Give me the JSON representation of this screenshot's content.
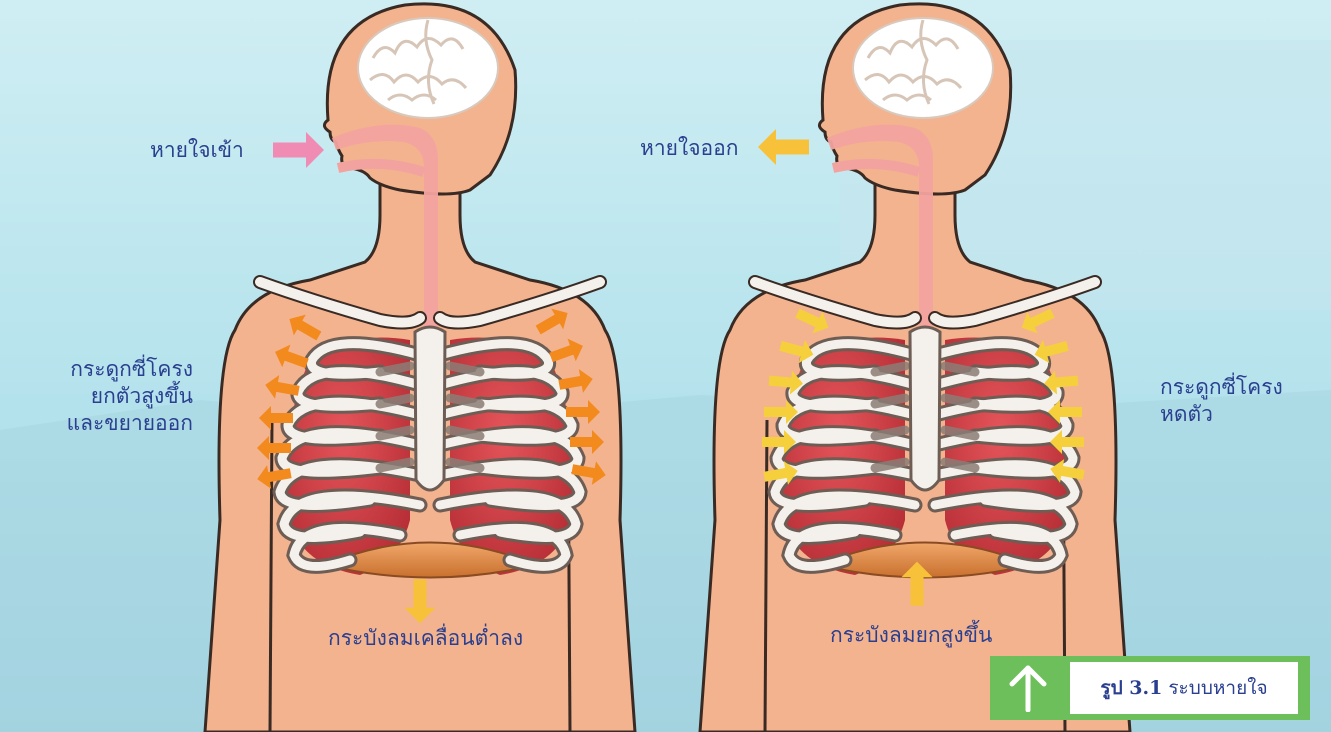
{
  "labels": {
    "inhale": "หายใจเข้า",
    "exhale": "หายใจออก",
    "ribs_left": [
      "กระดูกซี่โครง",
      "ยกตัวสูงขึ้น",
      "และขยายออก"
    ],
    "ribs_right": [
      "กระดูกซี่โครง",
      "หดตัว"
    ],
    "diaphragm_down": "กระบังลมเคลื่อนต่ำลง",
    "diaphragm_up": "กระบังลมยกสูงขึ้น"
  },
  "caption": {
    "figure": "รูป 3.1",
    "title": "ระบบหายใจ",
    "icon": "arrow-up-icon"
  },
  "colors": {
    "inhale_arrow": "#f08bb4",
    "exhale_arrow": "#f7c23a",
    "expand_arrows": "#f28a1e",
    "contract_arrows": "#f5d03c",
    "caption_green": "#6cbf5a",
    "label_text": "#2a3f8f",
    "skin": "#f3b38e",
    "lung": "#cf3a3f",
    "rib": "#f4f1ec"
  }
}
